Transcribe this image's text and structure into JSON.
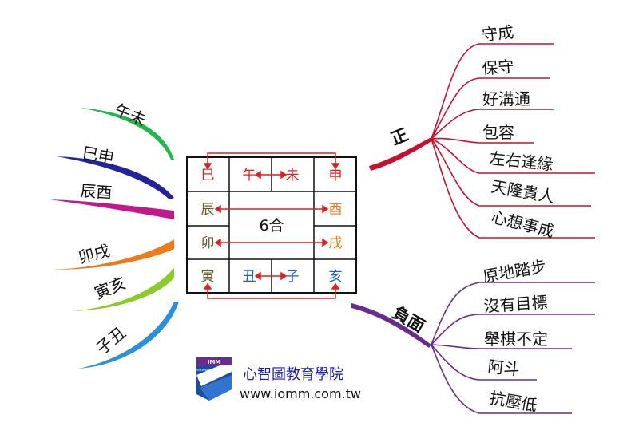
{
  "center": {
    "title": "6合",
    "grid": {
      "top": [
        "巳",
        "午",
        "未",
        "申"
      ],
      "left": [
        "辰",
        "卯"
      ],
      "right": [
        "酉",
        "戌"
      ],
      "bottom": [
        "寅",
        "丑",
        "子",
        "亥"
      ]
    }
  },
  "left_pairs": [
    {
      "label": "午未",
      "color": "#1fb84a"
    },
    {
      "label": "巳申",
      "color": "#22229a"
    },
    {
      "label": "辰酉",
      "color": "#c0198c"
    },
    {
      "label": "卯戌",
      "color": "#f07a18"
    },
    {
      "label": "寅亥",
      "color": "#8ccc28"
    },
    {
      "label": "子丑",
      "color": "#2a90d8"
    }
  ],
  "positive": {
    "label": "正",
    "color": "#c8102e",
    "items": [
      "守成",
      "保守",
      "好溝通",
      "包容",
      "左右逢緣",
      "天隆貴人",
      "心想事成"
    ]
  },
  "negative": {
    "label": "負面",
    "color": "#6a2c8c",
    "items": [
      "原地踏步",
      "沒有目標",
      "舉棋不定",
      "阿斗",
      "抗壓低"
    ]
  },
  "footer": {
    "org_name": "心智圖教育學院",
    "url": "www.iomm.com.tw",
    "logo_text": "IMM",
    "logo_tagline": "INTERNATIONAL MINDMAP"
  },
  "colors": {
    "red": "#e02020",
    "orange": "#f07a18",
    "olive": "#6b5a1e",
    "blue": "#1b63c9"
  }
}
